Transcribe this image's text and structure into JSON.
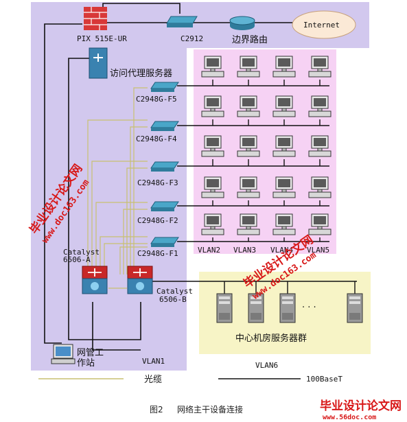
{
  "labels": {
    "pix": "PIX 515E-UR",
    "c2912": "C2912",
    "border_router": "边界路由",
    "internet": "Internet",
    "proxy_server": "访问代理服务器",
    "sw_f5": "C2948G-F5",
    "sw_f4": "C2948G-F4",
    "sw_f3": "C2948G-F3",
    "sw_f2": "C2948G-F2",
    "sw_f1": "C2948G-F1",
    "catalyst_a_1": "Catalyst",
    "catalyst_a_2": "6506-A",
    "catalyst_b_1": "Catalyst",
    "catalyst_b_2": "6506-B",
    "vlan2": "VLAN2",
    "vlan3": "VLAN3",
    "vlan4": "VLAN4",
    "vlan5": "VLAN5",
    "server_group": "中心机房服务器群",
    "ellipsis": "· · ·",
    "nms_1": "网管工",
    "nms_2": "作站",
    "vlan1": "VLAN1",
    "vlan6": "VLAN6"
  },
  "legend": {
    "fiber": "光缆",
    "ethernet": "100BaseT"
  },
  "caption": {
    "number": "图2",
    "text": "网络主干设备连接"
  },
  "watermarks": {
    "text_cn": "毕业设计论文网",
    "url": "www.doc163.com",
    "footer_cn": "毕业设计论文网",
    "footer_url": "www.56doc.com"
  },
  "colors": {
    "vlan1_bg": "#d2c8ee",
    "vlan_pc_bg": "#f6d2f4",
    "server_bg": "#f7f4c6",
    "fiber": "#c8c070",
    "ethernet": "#111111",
    "watermark": "#d81818"
  }
}
